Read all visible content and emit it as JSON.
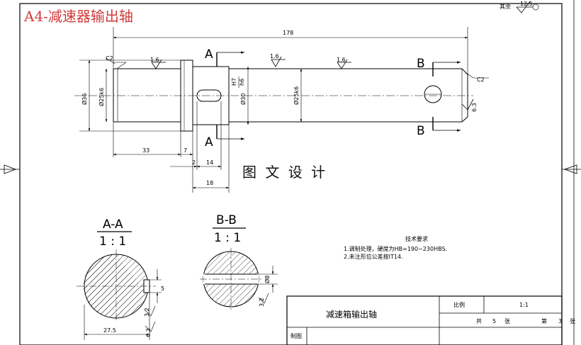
{
  "title": "A4-减速器输出轴",
  "roughness_else": {
    "label": "其余",
    "value": "12.5"
  },
  "overall_length": "178",
  "roughness": [
    "1.6",
    "1.6",
    "1.6"
  ],
  "chamfers": [
    "C2",
    "C2"
  ],
  "section_marks": {
    "a": "A",
    "b": "B"
  },
  "diameters": {
    "d36": "Ø36",
    "d25k6_left": "Ø25k6",
    "d30": "Ø30",
    "fit_h7": "H7",
    "fit_h6": "h6",
    "d25k6_right": "Ø25k6"
  },
  "right_end_roughness": "6.3",
  "lengths": {
    "l33": "33",
    "l7": "7",
    "l2": "2",
    "l14": "14",
    "l18": "18"
  },
  "watermark": "图 文 设 计",
  "section_aa": {
    "title": "A-A",
    "scale": "1 : 1",
    "key_depth": "5",
    "roughness": "3.2",
    "dim": "27.5",
    "roughness2": "6.3"
  },
  "section_bb": {
    "title": "B-B",
    "scale": "1 : 1",
    "slot_width": "Ø8",
    "roughness": "3.2"
  },
  "tech_requirements": {
    "heading": "技术要求",
    "items": [
      "1.调制处理，硬度为HB=190~230HBS.",
      "2.未注形位公差按IT14."
    ]
  },
  "title_block": {
    "part_name": "减速箱输出轴",
    "scale_label": "比例",
    "scale_value": "1:1",
    "total_label": "共",
    "total_value": "5",
    "sheet_unit": "张",
    "page_label": "第",
    "page_value": "3",
    "page_unit": "张",
    "drawn_by_label": "制图"
  }
}
